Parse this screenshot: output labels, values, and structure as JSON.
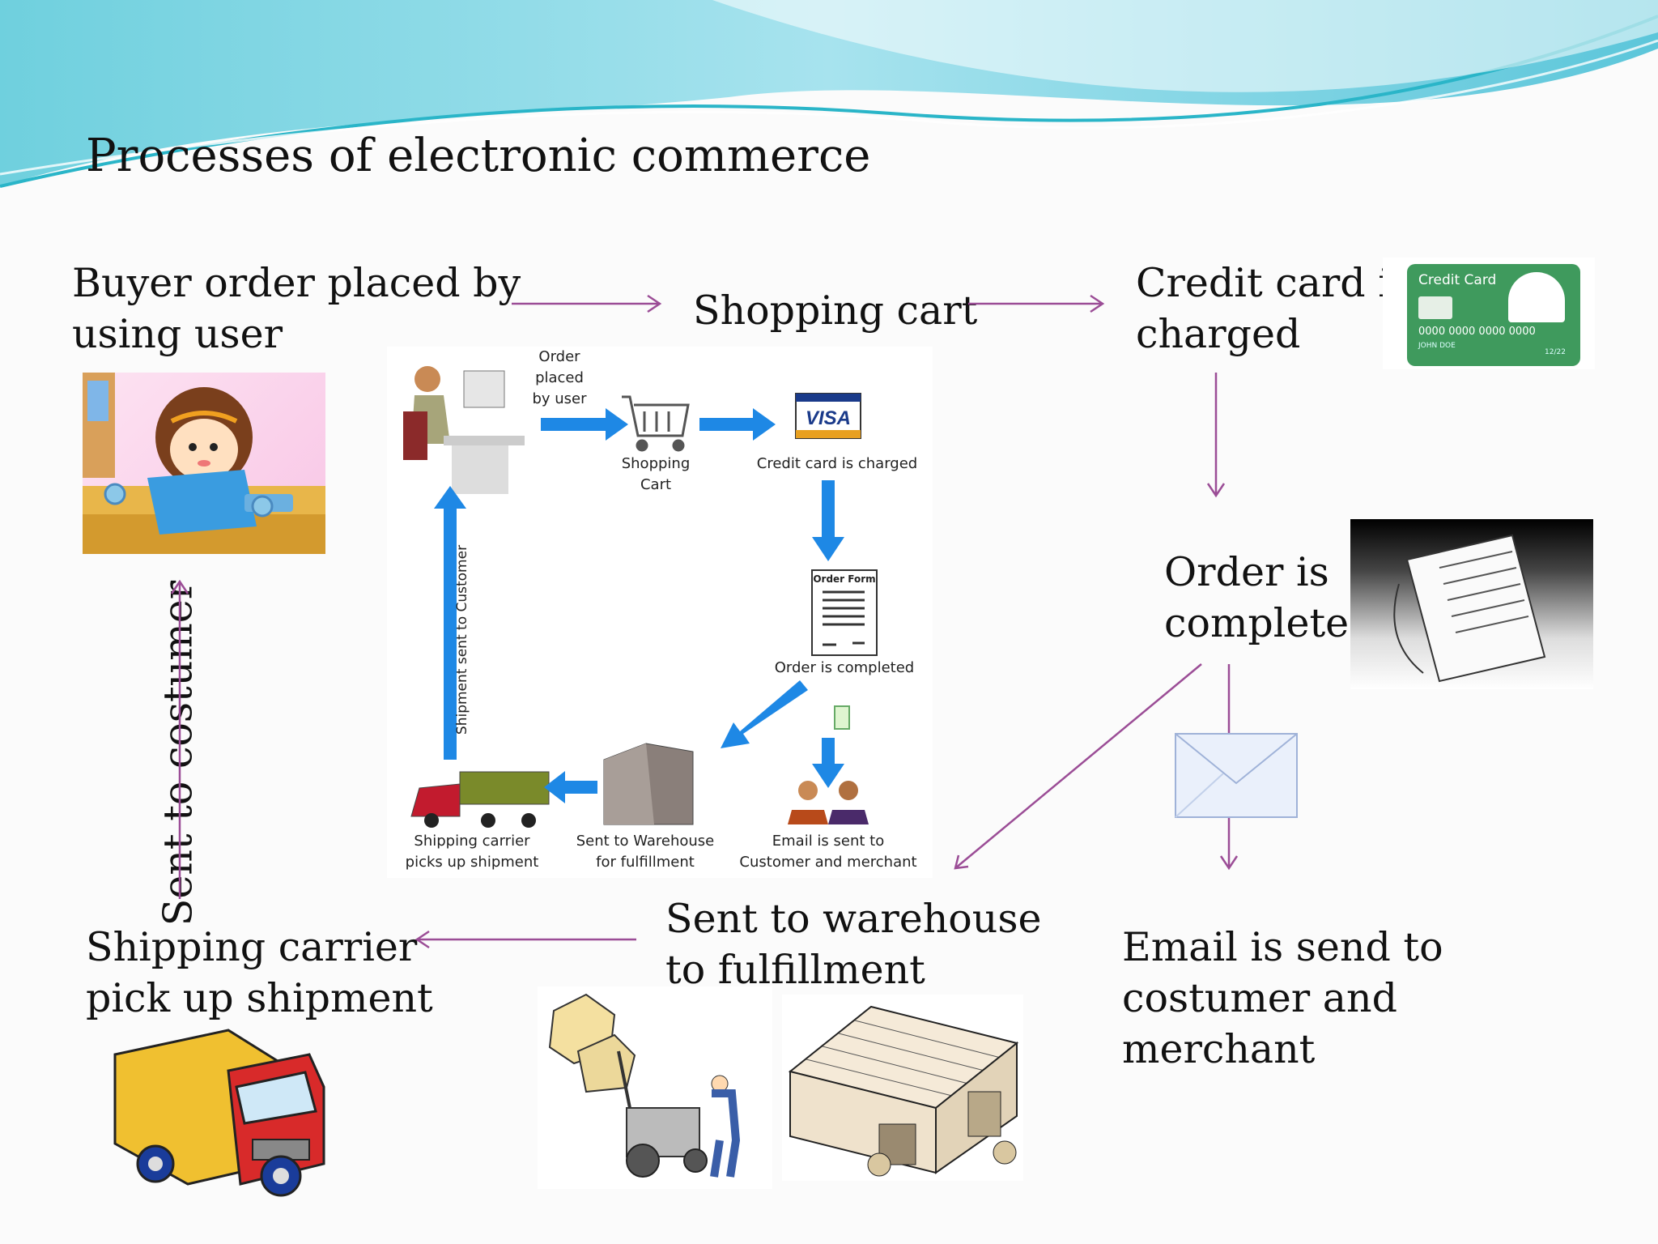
{
  "slide": {
    "title": "Processes of  electronic commerce"
  },
  "steps": {
    "buyer_order": "Buyer order placed by\nusing user",
    "shopping_cart": "Shopping cart",
    "credit_card": "Credit card is\ncharged",
    "order_complete": "Order is\ncomplete",
    "email_sent": "Email is send to\ncostumer and\nmerchant",
    "warehouse": "Sent to warehouse\nto fulfillment",
    "shipping": "Shipping carrier\npick up shipment",
    "sent_to_customer": "Sent to costumer"
  },
  "inner_diagram": {
    "order_placed": "Order\nplaced\nby user",
    "shopping_cart": "Shopping\nCart",
    "credit_card": "Credit card is charged",
    "visa_logo": "VISA",
    "order_form": "Order Form",
    "order_completed": "Order is completed",
    "email": "Email is sent to\nCustomer and merchant",
    "warehouse": "Sent to Warehouse\nfor fulfillment",
    "shipping": "Shipping carrier\npicks up shipment",
    "shipment_sent": "Shipment sent to Customer"
  },
  "credit_card_image": {
    "label": "Credit Card",
    "number": "0000 0000 0000 0000",
    "holder": "JOHN DOE",
    "expiry": "12/22"
  },
  "colors": {
    "arrow": "#9b4d96",
    "blue_arrow": "#1e88e5",
    "wave_light": "#a8e4ef",
    "wave_dark": "#2ab5c8",
    "card_green": "#3f9a5d"
  }
}
